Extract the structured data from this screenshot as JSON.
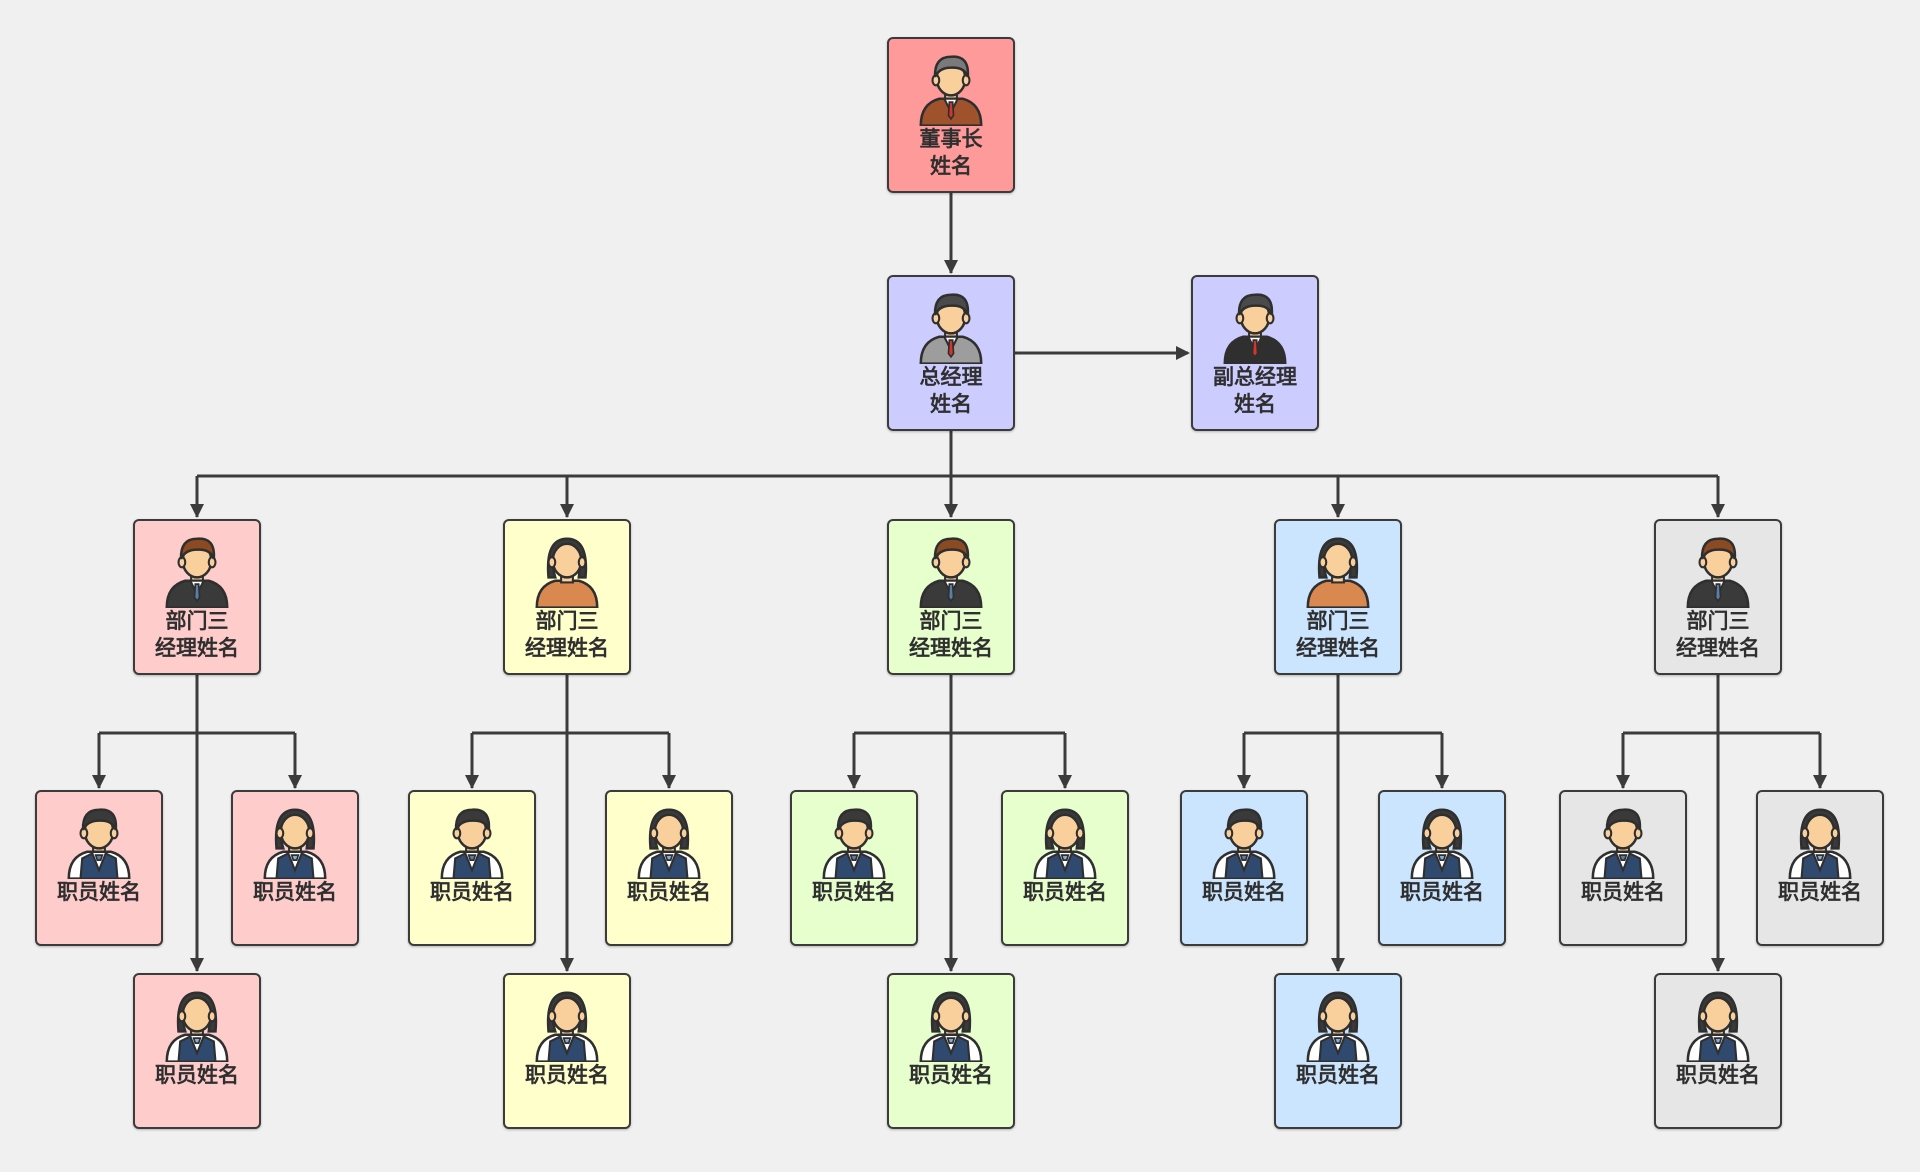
{
  "colors": {
    "red": "#ff9a9a",
    "purple": "#ccccff",
    "pink": "#ffcccc",
    "yellow": "#ffffcc",
    "green": "#e6ffcc",
    "blue": "#cce5ff",
    "gray": "#e6e6e6",
    "line": "#3b3b3b"
  },
  "chairman": {
    "title": "董事长",
    "name": "姓名"
  },
  "gm": {
    "title": "总经理",
    "name": "姓名"
  },
  "vgm": {
    "title": "副总经理",
    "name": "姓名"
  },
  "departments": [
    {
      "title": "部门三",
      "name": "经理姓名",
      "color": "pink",
      "avatar": "man-brown-hair-icon",
      "staff": [
        "职员姓名",
        "职员姓名",
        "职员姓名"
      ]
    },
    {
      "title": "部门三",
      "name": "经理姓名",
      "color": "yellow",
      "avatar": "woman-icon",
      "staff": [
        "职员姓名",
        "职员姓名",
        "职员姓名"
      ]
    },
    {
      "title": "部门三",
      "name": "经理姓名",
      "color": "green",
      "avatar": "man-brown-hair-icon",
      "staff": [
        "职员姓名",
        "职员姓名",
        "职员姓名"
      ]
    },
    {
      "title": "部门三",
      "name": "经理姓名",
      "color": "blue",
      "avatar": "woman-icon",
      "staff": [
        "职员姓名",
        "职员姓名",
        "职员姓名"
      ]
    },
    {
      "title": "部门三",
      "name": "经理姓名",
      "color": "gray",
      "avatar": "man-brown-hair-icon",
      "staff": [
        "职员姓名",
        "职员姓名",
        "职员姓名"
      ]
    }
  ]
}
